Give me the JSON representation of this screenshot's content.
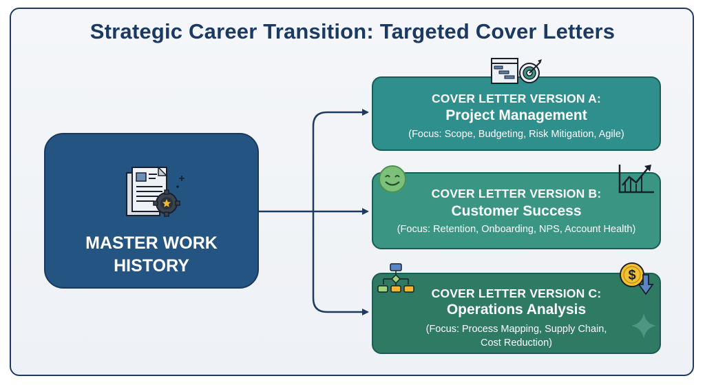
{
  "title": "Strategic Career Transition: Targeted Cover Letters",
  "master": {
    "label": "MASTER WORK\nHISTORY",
    "icon": "resume-gear-icon"
  },
  "versions": [
    {
      "heading": "COVER LETTER VERSION A:",
      "subtitle": "Project Management",
      "focus": "(Focus: Scope, Budgeting, Risk Mitigation, Agile)",
      "icon": "gantt-target-icon",
      "color": "#2f8f8c"
    },
    {
      "heading": "COVER LETTER VERSION B:",
      "subtitle": "Customer Success",
      "focus": "(Focus: Retention, Onboarding, NPS, Account Health)",
      "icon": "smiley-face-icon",
      "icon2": "trend-chart-icon",
      "color": "#3a9583"
    },
    {
      "heading": "COVER LETTER VERSION C:",
      "subtitle": "Operations Analysis",
      "focus": "(Focus: Process Mapping, Supply Chain,\nCost Reduction)",
      "icon": "flowchart-icon",
      "icon2": "dollar-down-icon",
      "color": "#2e7a63"
    }
  ],
  "colors": {
    "frame": "#1e3a5f",
    "master": "#245482",
    "arrow": "#1e3a5f"
  }
}
